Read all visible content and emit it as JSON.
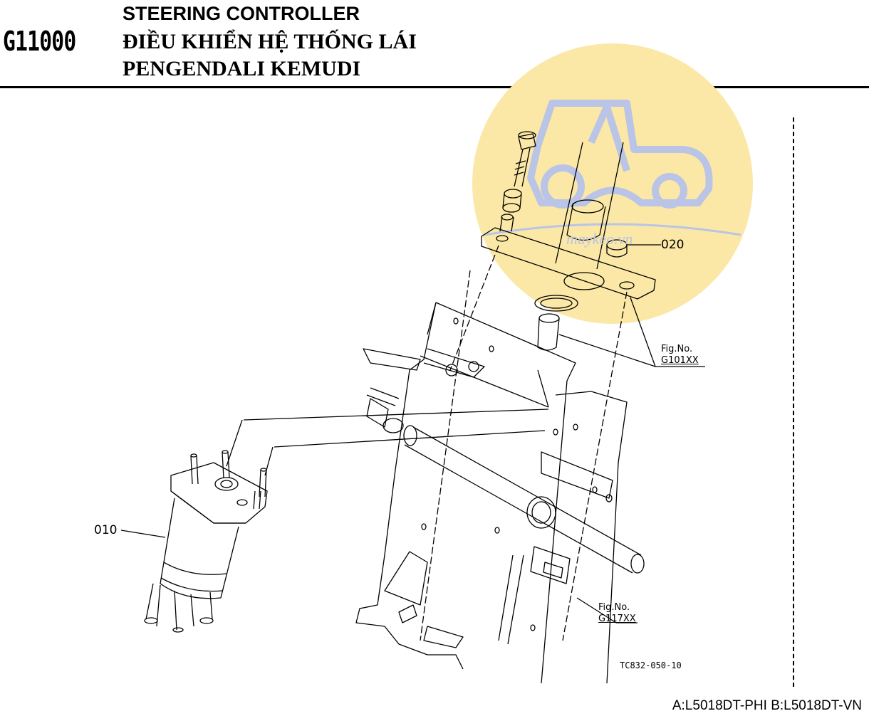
{
  "header": {
    "code": "G11000",
    "title_en": "STEERING CONTROLLER",
    "title_vi": "ĐIỀU KHIỂN HỆ THỐNG LÁI",
    "title_id": "PENGENDALI KEMUDI"
  },
  "parts": [
    {
      "ref": "010"
    },
    {
      "ref": "020"
    }
  ],
  "figure_refs": [
    {
      "prefix": "Fig.No.",
      "code": "G101XX"
    },
    {
      "prefix": "Fig.No.",
      "code": "G117XX"
    }
  ],
  "drawing_code": "TC832-050-10",
  "watermark_text": "maykeo.vn",
  "models": "A:L5018DT-PHI B:L5018DT-VN",
  "colors": {
    "watermark_fill": "#fbe8a6",
    "watermark_logo": "#b9c4e6",
    "line": "#000000"
  }
}
